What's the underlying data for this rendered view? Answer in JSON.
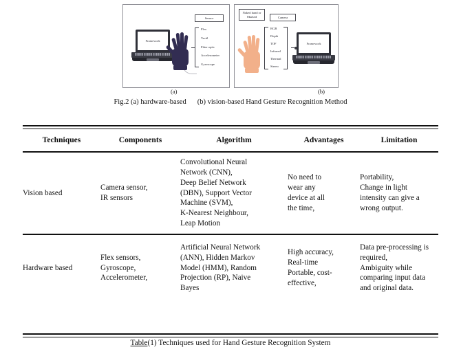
{
  "figure": {
    "panel_a": {
      "letter": "(a)",
      "laptop_screen_label": "Framework",
      "sensor_box_label": "Sensor",
      "sensor_items": [
        "Flex",
        "Tactil",
        "Fiber optic",
        "Accelerometer",
        "Gyroscope"
      ],
      "hand_type": "gloved-hand",
      "glove_color": "#322d52"
    },
    "panel_b": {
      "letter": "(b)",
      "input_box_label": "Naked hand or Marked",
      "camera_box_label": "Camera",
      "camera_items": [
        "RGB",
        "Depth",
        "TOF",
        "Infrared",
        "Thermal",
        "Stereo"
      ],
      "laptop_screen_label": "Framework",
      "hand_type": "bare-hand",
      "skin_color": "#f2b08a"
    },
    "caption_part1": "Fig.2 (a) hardware-based",
    "caption_part2": "(b) vision-based Hand Gesture Recognition Method"
  },
  "table": {
    "headers": [
      "Techniques",
      "Components",
      "Algorithm",
      "Advantages",
      "Limitation"
    ],
    "rows": [
      {
        "technique": "Vision based",
        "components": "Camera sensor,\nIR sensors",
        "algorithm": "Convolutional Neural\nNetwork (CNN),\nDeep Belief Network\n(DBN), Support Vector\nMachine (SVM),\nK-Nearest Neighbour,\nLeap Motion",
        "advantages": "No need to\nwear any\ndevice at all\nthe time,",
        "limitation": "Portability,\nChange in light\nintensity can give a\nwrong output."
      },
      {
        "technique": "Hardware based",
        "components": "Flex sensors,\nGyroscope,\nAccelerometer,",
        "algorithm": "Artificial Neural Network\n(ANN), Hidden Markov\nModel (HMM), Random\nProjection (RP), Naive\nBayes",
        "advantages": "High accuracy,\nReal-time\nPortable, cost-\neffective,",
        "limitation": "Data pre-processing is\nrequired,\nAmbiguity while\ncomparing input data\nand original data."
      }
    ],
    "caption_label": "Table",
    "caption_rest": "(1) Techniques used for Hand Gesture Recognition System"
  }
}
